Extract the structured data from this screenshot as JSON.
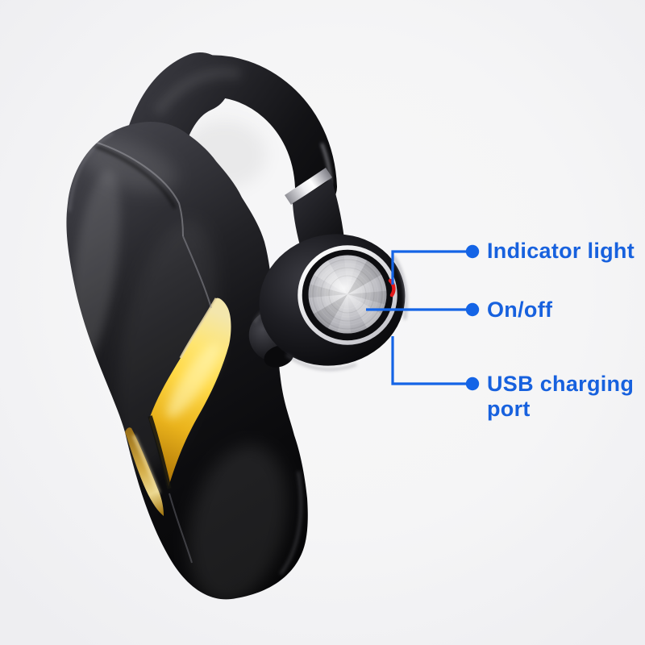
{
  "scene": {
    "kind": "annotated product photo",
    "subject": "ear-hook bluetooth headset earpiece"
  },
  "colors": {
    "background": "#F5F5F6",
    "callout_blue": "#1563E3",
    "device_black": "#0B0B0D",
    "stripe_gold": "#FFD844",
    "button_metal": "#C9C9CD",
    "indicator_red": "#E2191A",
    "collar_silver": "#F1F1F4"
  },
  "annotations": {
    "items": [
      {
        "label": "Indicator light",
        "target": "red indicator led on earbud rim"
      },
      {
        "label": "On/off",
        "target": "round metal multifunction button"
      },
      {
        "label": "USB charging port",
        "target": "lower edge of earbud"
      }
    ]
  }
}
